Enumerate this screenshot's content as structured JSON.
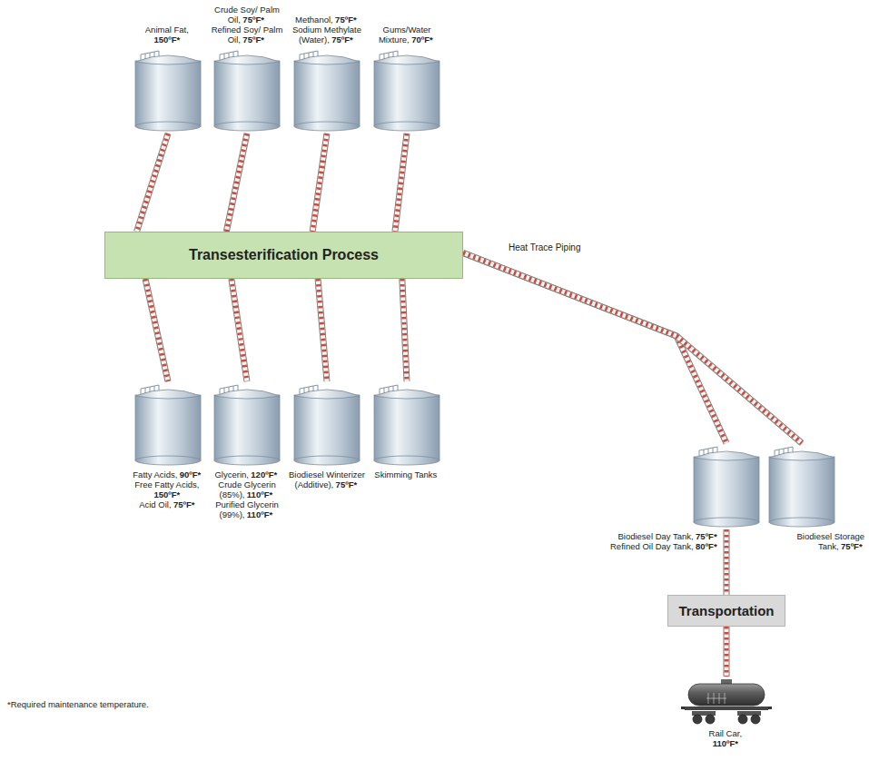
{
  "diagram": {
    "nodes": [
      {
        "text": [
          "Animal Fat,",
          "150ºF*"
        ]
      },
      {
        "text": [
          "Crude Soy/ Palm Oil,",
          "75ºF*",
          "Refined Soy/ Palm Oil,",
          "75ºF*"
        ]
      },
      {
        "text": [
          "Methanol,",
          "75ºF*",
          "Sodium Methylate (Water),",
          "75ºF*"
        ]
      },
      {
        "text": [
          "Gums/Water Mixture,",
          "70ºF*"
        ]
      },
      {
        "text": [
          "Transesterification Process"
        ]
      },
      {
        "text": [
          "Fatty Acids,",
          "90ºF*",
          "Free Fatty Acids,",
          "150ºF*",
          "Acid Oil,",
          "75ºF*"
        ]
      },
      {
        "text": [
          "Glycerin,",
          "120ºF*",
          "Crude Glycerin (85%),",
          "110ºF*",
          "Purified Glycerin (99%),",
          "110ºF*"
        ]
      },
      {
        "text": [
          "Biodiesel Winterizer (Additive),",
          "75ºF*"
        ]
      },
      {
        "text": [
          "Skimming Tanks"
        ]
      },
      {
        "text": [
          "Biodiesel Day Tank,",
          "75ºF*",
          "Refined Oil Day Tank,",
          "80ºF*"
        ]
      },
      {
        "text": [
          "Biodiesel Storage Tank,",
          "75ºF*"
        ]
      },
      {
        "text": [
          "Transportation"
        ]
      },
      {
        "text": [
          "Rail Car,",
          "110ºF*"
        ]
      }
    ],
    "edges": [
      {
        "from": 0,
        "to": 4,
        "arrow": "none"
      },
      {
        "from": 1,
        "to": 4,
        "arrow": "none"
      },
      {
        "from": 2,
        "to": 4,
        "arrow": "none"
      },
      {
        "from": 3,
        "to": 4,
        "arrow": "none"
      },
      {
        "from": 4,
        "to": 5,
        "arrow": "none"
      },
      {
        "from": 4,
        "to": 6,
        "arrow": "none"
      },
      {
        "from": 4,
        "to": 7,
        "arrow": "none"
      },
      {
        "from": 4,
        "to": 8,
        "arrow": "none"
      },
      {
        "from": 4,
        "to": 9,
        "arrow": "none"
      },
      {
        "from": 4,
        "to": 10,
        "arrow": "none"
      },
      {
        "from": 9,
        "to": 11,
        "arrow": "none"
      },
      {
        "from": 11,
        "to": 12,
        "arrow": "none"
      }
    ],
    "labels": [
      "Heat Trace Piping",
      "*Required maintenance temperature."
    ]
  }
}
